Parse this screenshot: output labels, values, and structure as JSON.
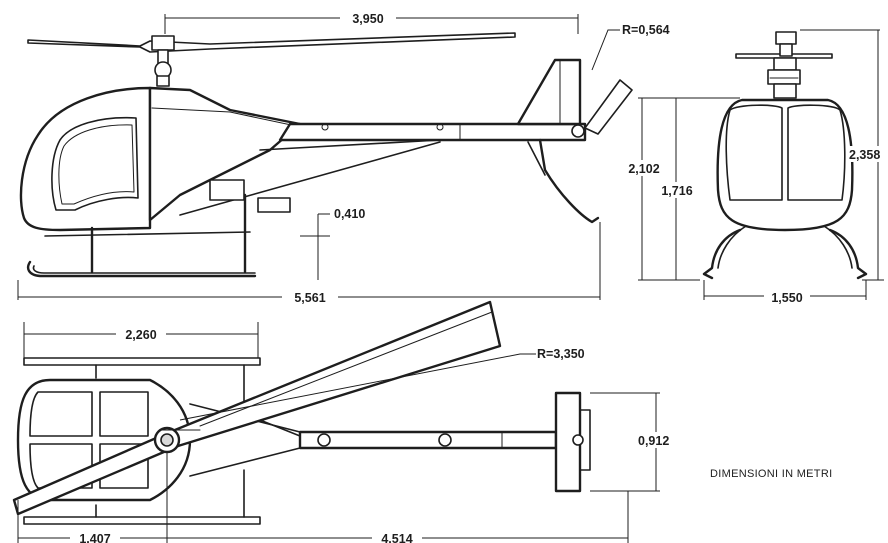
{
  "dimensions": {
    "main_rotor_diameter": "3,950",
    "tail_rotor_radius": "R=0,564",
    "skid_height": "0,410",
    "overall_length": "5,561",
    "height_to_hub": "2,102",
    "cabin_height": "1,716",
    "overall_height": "2,358",
    "skid_track": "1,550",
    "skid_length": "2,260",
    "rotor_radius": "R=3,350",
    "tail_rotor_span": "0,912",
    "nose_to_hub": "1,407",
    "hub_to_tail": "4,514"
  },
  "units_note": "DIMENSIONI IN METRI"
}
